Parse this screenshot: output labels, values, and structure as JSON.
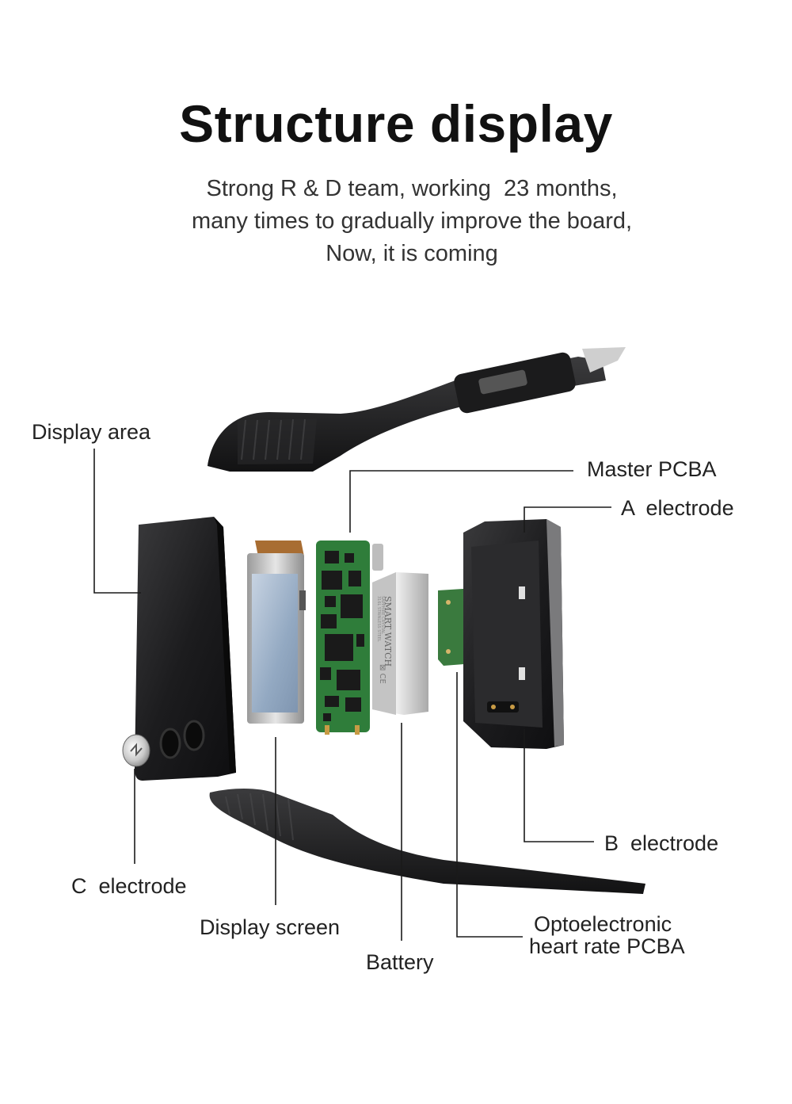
{
  "header": {
    "title": "Structure display",
    "subtitle_lines": [
      "Strong R & D team, working  23 months,",
      "many times to gradually improve the board,",
      "Now, it is coming"
    ]
  },
  "labels": {
    "display_area": "Display area",
    "master_pcba": "Master PCBA",
    "a_electrode": "A  electrode",
    "b_electrode": "B  electrode",
    "c_electrode": "C  electrode",
    "display_screen": "Display screen",
    "battery": "Battery",
    "optoelectronic_line1": "Optoelectronic",
    "optoelectronic_line2": "heart rate PCBA"
  },
  "component_text": {
    "battery_print": "SMART WATCH",
    "battery_small_print_1": "316L STAINLESS STEEL",
    "battery_small_print_2": "SAPPHIRE CRYSTAL",
    "cert_marks": "⊠ CE"
  },
  "colors": {
    "title": "#111111",
    "text": "#222222",
    "leader_line": "#1a1a1a",
    "case": "#1c1c1e",
    "pcb_green": "#2f7d3a",
    "screen_blue": "#9ab0c8",
    "battery_silver": "#d6d6d6",
    "copper": "#b0793a"
  }
}
